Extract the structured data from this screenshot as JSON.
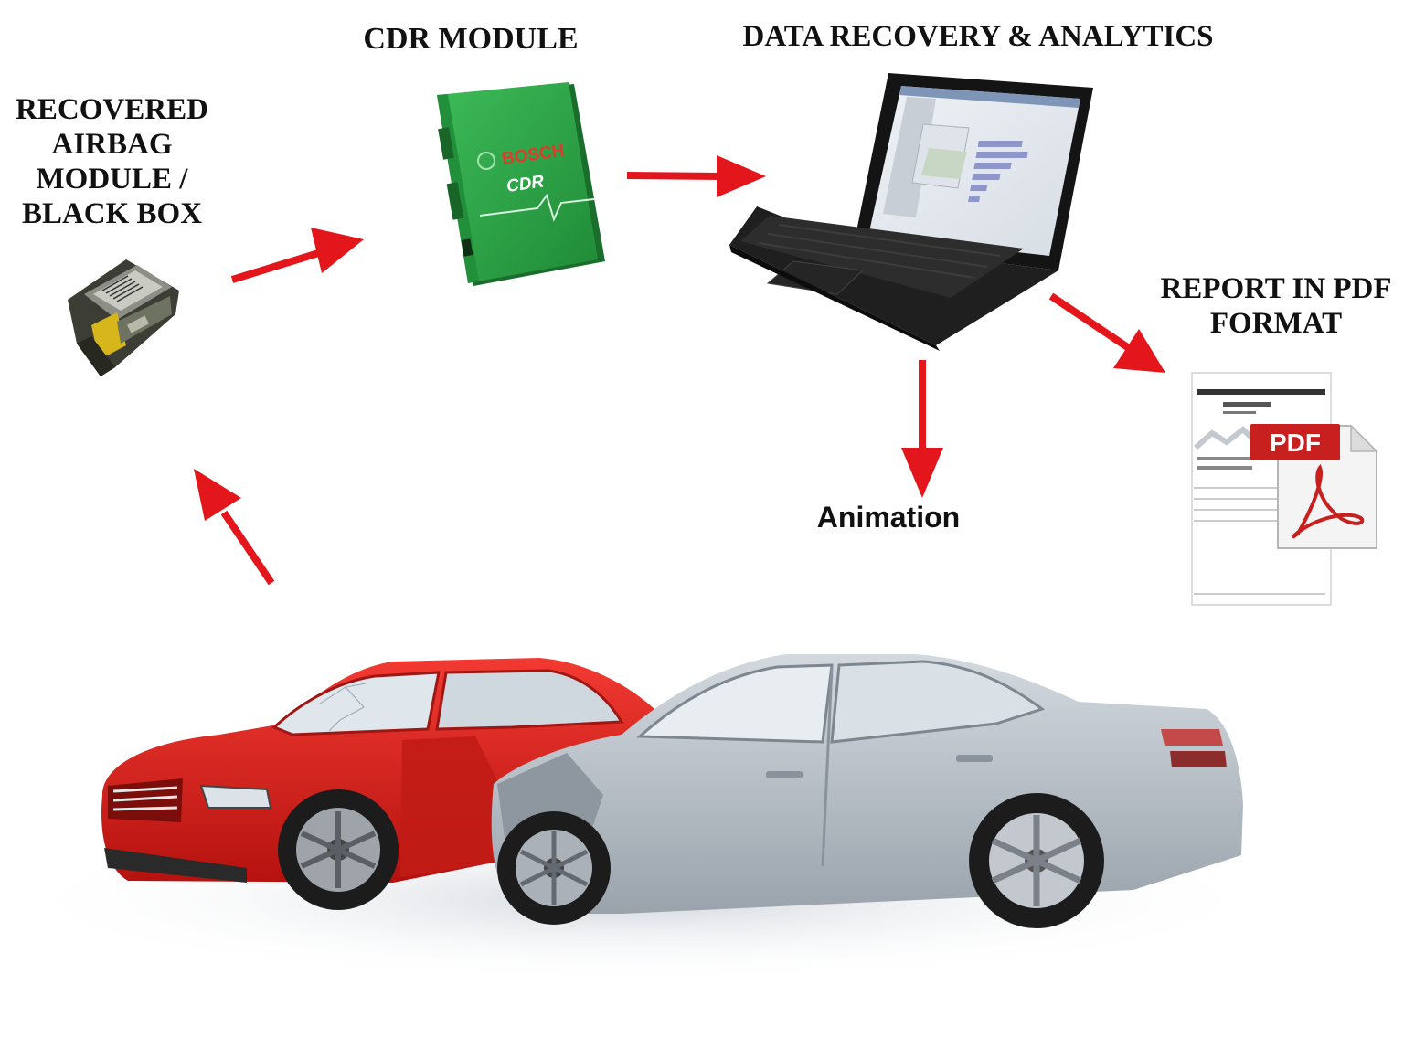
{
  "labels": {
    "cdr_module": "CDR MODULE",
    "data_recovery": "DATA RECOVERY & ANALYTICS",
    "airbag": [
      "RECOVERED",
      "AIRBAG",
      "MODULE /",
      "BLACK BOX"
    ],
    "report": [
      "REPORT IN PDF",
      "FORMAT"
    ],
    "animation": "Animation"
  },
  "device": {
    "brand": "BOSCH",
    "product": "CDR",
    "pdf_badge": "PDF"
  },
  "colors": {
    "arrow": "#e3161c",
    "cdr_green": "#2fa84a",
    "red_car": "#d61f1f",
    "silver_car": "#b9c0c7"
  },
  "icons": {
    "airbag": "airbag-module-icon",
    "cdr": "cdr-device-icon",
    "laptop": "laptop-icon",
    "report": "pdf-report-icon",
    "cars": "crashed-cars-image"
  }
}
